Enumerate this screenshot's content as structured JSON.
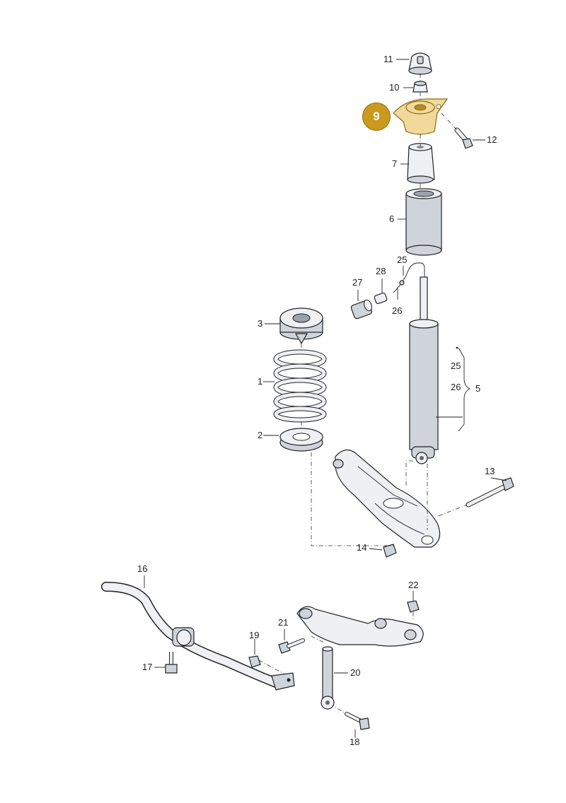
{
  "highlighted_part": {
    "number": "9",
    "color": "#c99a1d"
  },
  "part_labels": [
    {
      "id": "11",
      "text": "11"
    },
    {
      "id": "10",
      "text": "10"
    },
    {
      "id": "12",
      "text": "12"
    },
    {
      "id": "7",
      "text": "7"
    },
    {
      "id": "6",
      "text": "6"
    },
    {
      "id": "25a",
      "text": "25"
    },
    {
      "id": "28",
      "text": "28"
    },
    {
      "id": "27",
      "text": "27"
    },
    {
      "id": "26a",
      "text": "26"
    },
    {
      "id": "3",
      "text": "3"
    },
    {
      "id": "25b",
      "text": "25"
    },
    {
      "id": "26b",
      "text": "26"
    },
    {
      "id": "5",
      "text": "5"
    },
    {
      "id": "1",
      "text": "1"
    },
    {
      "id": "2",
      "text": "2"
    },
    {
      "id": "13",
      "text": "13"
    },
    {
      "id": "14",
      "text": "14"
    },
    {
      "id": "16",
      "text": "16"
    },
    {
      "id": "22",
      "text": "22"
    },
    {
      "id": "21",
      "text": "21"
    },
    {
      "id": "19",
      "text": "19"
    },
    {
      "id": "17",
      "text": "17"
    },
    {
      "id": "20",
      "text": "20"
    },
    {
      "id": "18",
      "text": "18"
    }
  ]
}
